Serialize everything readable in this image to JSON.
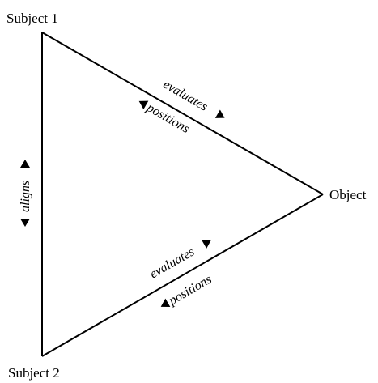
{
  "nodes": {
    "subject_1": "Subject 1",
    "subject_2": "Subject 2",
    "object": "Object"
  },
  "edges": {
    "top_evaluates": "evaluates",
    "top_positions": "positions",
    "left_aligns": "aligns",
    "bottom_evaluates": "evaluates",
    "bottom_positions": "positions"
  }
}
